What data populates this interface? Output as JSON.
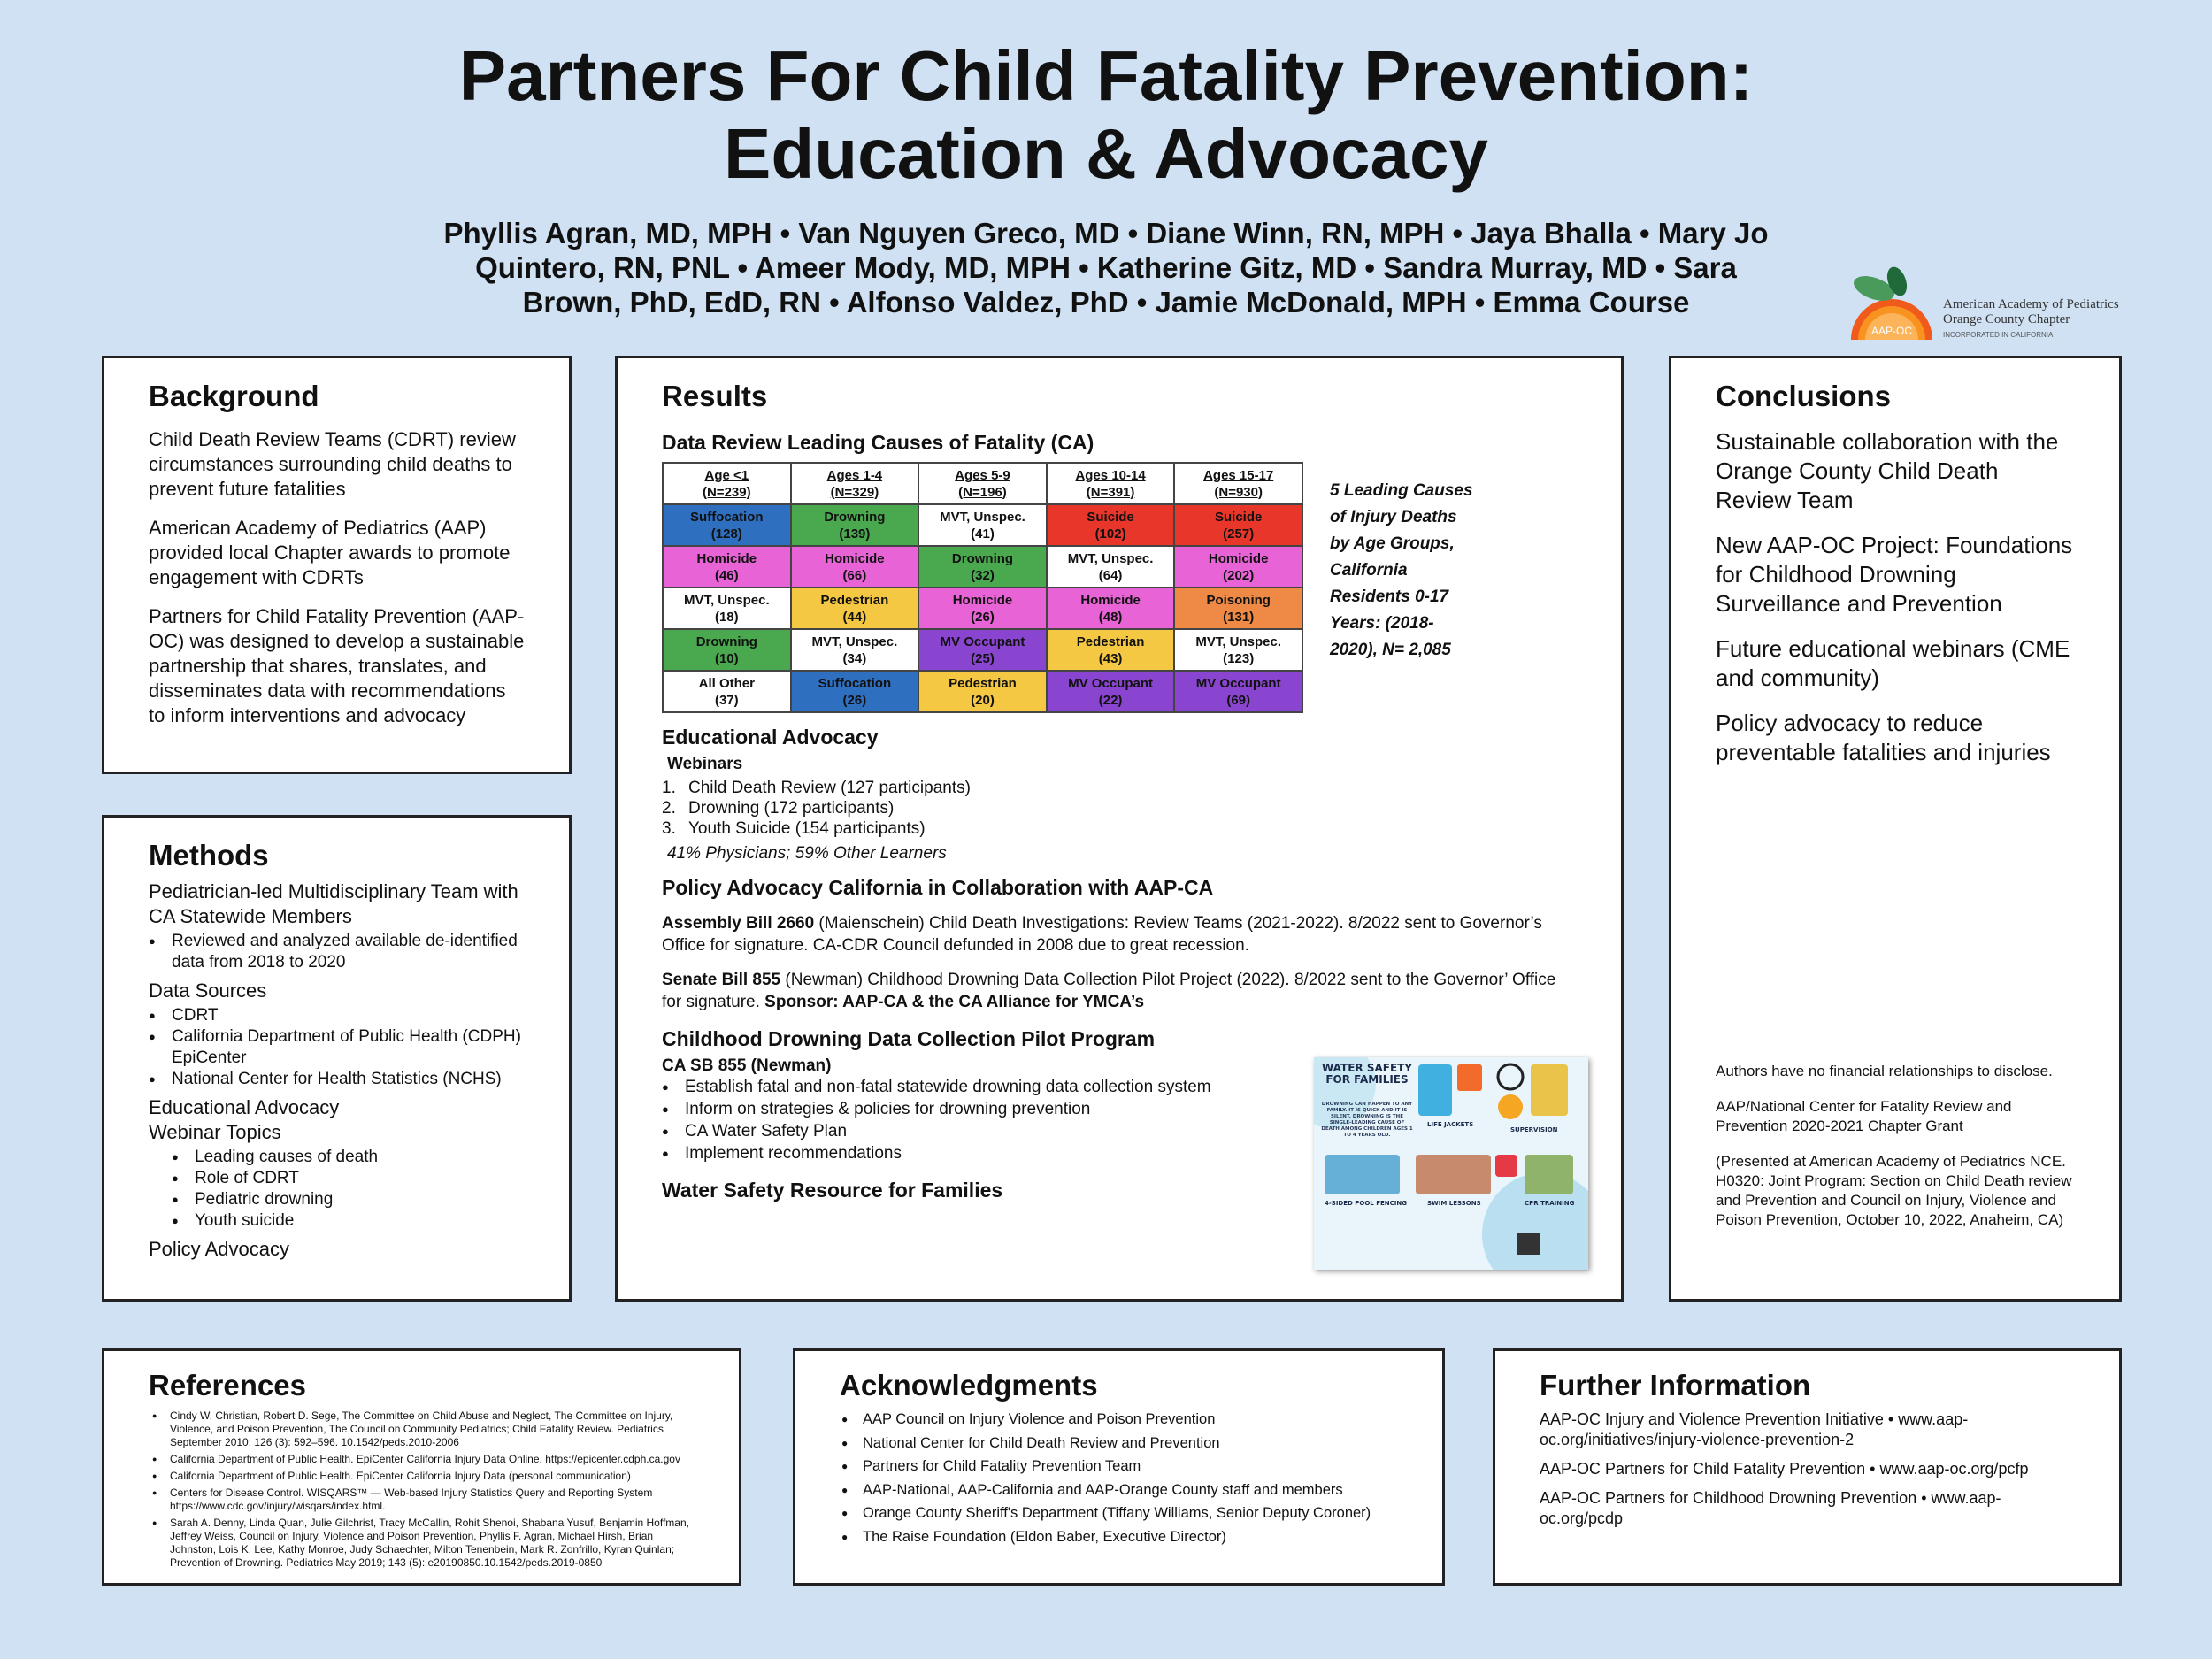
{
  "title": {
    "line1": "Partners For Child Fatality Prevention:",
    "line2": "Education & Advocacy"
  },
  "authors": "Phyllis Agran, MD, MPH • Van Nguyen Greco, MD • Diane Winn, RN, MPH • Jaya Bhalla • Mary Jo Quintero, RN, PNL • Ameer Mody, MD, MPH • Katherine Gitz, MD • Sandra Murray, MD • Sara Brown, PhD, EdD, RN • Alfonso Valdez, PhD • Jamie McDonald, MPH • Emma Course",
  "logo": {
    "badge": "AAP-OC",
    "line1": "American Academy of Pediatrics",
    "line2": "Orange County Chapter",
    "line3": "INCORPORATED IN CALIFORNIA",
    "colors": {
      "orange": "#f7931e",
      "leaf": "#3a8f4f"
    }
  },
  "background": {
    "heading": "Background",
    "paragraphs": [
      "Child Death Review Teams (CDRT) review circumstances surrounding child deaths to prevent future fatalities",
      "American Academy of Pediatrics (AAP) provided local Chapter awards to promote engagement with CDRTs",
      "Partners for Child Fatality Prevention (AAP-OC) was designed to develop a sustainable partnership that shares, translates, and disseminates data with recommendations to inform interventions and advocacy"
    ]
  },
  "methods": {
    "heading": "Methods",
    "team": "Pediatrician-led Multidisciplinary Team with CA Statewide Members",
    "team_items": [
      "Reviewed and analyzed available de-identified data from 2018 to 2020"
    ],
    "sources_label": "Data Sources",
    "sources": [
      "CDRT",
      "California Department of Public Health (CDPH) EpiCenter",
      "National Center for Health Statistics (NCHS)"
    ],
    "edu": "Educational Advocacy",
    "topics_label": "Webinar Topics",
    "topics": [
      "Leading causes of death",
      "Role of CDRT",
      "Pediatric drowning",
      "Youth suicide"
    ],
    "policy": "Policy Advocacy"
  },
  "results": {
    "heading": "Results",
    "table_title": "Data Review Leading Causes of Fatality (CA)",
    "table": {
      "headers": [
        [
          "Age <1",
          "(N=239)"
        ],
        [
          "Ages 1-4",
          "(N=329)"
        ],
        [
          "Ages 5-9",
          "(N=196)"
        ],
        [
          "Ages 10-14",
          "(N=391)"
        ],
        [
          "Ages 15-17",
          "(N=930)"
        ]
      ],
      "rows": [
        [
          {
            "c": "Suffocation",
            "n": "(128)",
            "k": "blue"
          },
          {
            "c": "Drowning",
            "n": "(139)",
            "k": "green"
          },
          {
            "c": "MVT, Unspec.",
            "n": "(41)",
            "k": "white"
          },
          {
            "c": "Suicide",
            "n": "(102)",
            "k": "red"
          },
          {
            "c": "Suicide",
            "n": "(257)",
            "k": "red"
          }
        ],
        [
          {
            "c": "Homicide",
            "n": "(46)",
            "k": "pink"
          },
          {
            "c": "Homicide",
            "n": "(66)",
            "k": "pink"
          },
          {
            "c": "Drowning",
            "n": "(32)",
            "k": "green"
          },
          {
            "c": "MVT, Unspec.",
            "n": "(64)",
            "k": "white"
          },
          {
            "c": "Homicide",
            "n": "(202)",
            "k": "pink"
          }
        ],
        [
          {
            "c": "MVT, Unspec.",
            "n": "(18)",
            "k": "white"
          },
          {
            "c": "Pedestrian",
            "n": "(44)",
            "k": "yellow"
          },
          {
            "c": "Homicide",
            "n": "(26)",
            "k": "pink"
          },
          {
            "c": "Homicide",
            "n": "(48)",
            "k": "pink"
          },
          {
            "c": "Poisoning",
            "n": "(131)",
            "k": "orange"
          }
        ],
        [
          {
            "c": "Drowning",
            "n": "(10)",
            "k": "green"
          },
          {
            "c": "MVT, Unspec.",
            "n": "(34)",
            "k": "white"
          },
          {
            "c": "MV Occupant",
            "n": "(25)",
            "k": "purple"
          },
          {
            "c": "Pedestrian",
            "n": "(43)",
            "k": "yellow"
          },
          {
            "c": "MVT, Unspec.",
            "n": "(123)",
            "k": "white"
          }
        ],
        [
          {
            "c": "All Other",
            "n": "(37)",
            "k": "white"
          },
          {
            "c": "Suffocation",
            "n": "(26)",
            "k": "blue"
          },
          {
            "c": "Pedestrian",
            "n": "(20)",
            "k": "yellow"
          },
          {
            "c": "MV Occupant",
            "n": "(22)",
            "k": "purple"
          },
          {
            "c": "MV Occupant",
            "n": "(69)",
            "k": "purple"
          }
        ]
      ],
      "colors": {
        "blue": "#2f6fc0",
        "green": "#4aa84f",
        "white": "#ffffff",
        "red": "#e8372a",
        "pink": "#e763d6",
        "yellow": "#f4c842",
        "orange": "#ee8a45",
        "purple": "#8a45d0"
      }
    },
    "table_legend": "5 Leading Causes of Injury Deaths by Age Groups, California Residents 0-17 Years: (2018-2020), N= 2,085",
    "edu_heading": "Educational Advocacy",
    "webinars_label": "Webinars",
    "webinars": [
      {
        "n": "1.",
        "t": "Child Death Review (127 participants)"
      },
      {
        "n": "2.",
        "t": "Drowning (172 participants)"
      },
      {
        "n": "3.",
        "t": "Youth Suicide (154 participants)"
      }
    ],
    "webinar_note": "41% Physicians; 59% Other Learners",
    "policy_heading": "Policy Advocacy California in Collaboration with AAP-CA",
    "ab_bold": "Assembly Bill 2660",
    "ab_text": " (Maienschein) Child Death Investigations: Review Teams (2021-2022). 8/2022 sent to Governor’s Office for signature. CA-CDR Council defunded in 2008 due to great recession.",
    "sb_bold": "Senate Bill 855",
    "sb_text": " (Newman) Childhood Drowning Data Collection Pilot Project (2022). 8/2022 sent to the Governor’ Office for signature. ",
    "sb_sponsor": "Sponsor: AAP-CA & the CA Alliance for YMCA’s",
    "pilot_heading": "Childhood Drowning Data Collection Pilot Program",
    "pilot_sub": "CA SB 855 (Newman)",
    "pilot_items": [
      "Establish fatal and non-fatal statewide drowning data collection system",
      "Inform on strategies & policies for drowning prevention",
      "CA Water Safety Plan",
      "Implement recommendations"
    ],
    "resource_heading": "Water Safety Resource for Families",
    "flyer": {
      "title": "WATER SAFETY FOR FAMILIES",
      "intro": "DROWNING CAN HAPPEN TO ANY FAMILY. IT IS QUICK AND IT IS SILENT. DROWNING IS THE SINGLE-LEADING CAUSE OF DEATH AMONG CHILDREN AGES 1 TO 4 YEARS OLD.",
      "sections": [
        "LIFE JACKETS",
        "SUPERVISION",
        "4-SIDED POOL FENCING",
        "SWIM LESSONS",
        "CPR TRAINING"
      ]
    }
  },
  "conclusions": {
    "heading": "Conclusions",
    "items": [
      "Sustainable collaboration with the Orange County Child Death Review Team",
      "New AAP-OC Project: Foundations for Childhood Drowning Surveillance and Prevention",
      "Future educational webinars (CME and community)",
      "Policy advocacy to reduce preventable fatalities and injuries"
    ],
    "fine": [
      "Authors have no financial relationships to disclose.",
      "AAP/National Center for Fatality Review and Prevention 2020-2021 Chapter Grant",
      "(Presented at American Academy of Pediatrics NCE. H0320: Joint Program: Section on Child Death review and Prevention and Council on Injury, Violence and Poison Prevention, October 10, 2022, Anaheim, CA)"
    ]
  },
  "references": {
    "heading": "References",
    "items": [
      "Cindy W. Christian, Robert D. Sege, The Committee on Child Abuse and Neglect, The Committee on Injury, Violence, and Poison Prevention, The Council on Community Pediatrics; Child Fatality Review. Pediatrics September 2010; 126 (3): 592–596. 10.1542/peds.2010-2006",
      "California Department of Public Health. EpiCenter California Injury Data Online. https://epicenter.cdph.ca.gov",
      "California Department of Public Health. EpiCenter California Injury Data (personal communication)",
      "Centers for Disease Control. WISQARS™ — Web-based Injury Statistics Query and Reporting System https://www.cdc.gov/injury/wisqars/index.html.",
      "Sarah A. Denny, Linda Quan, Julie Gilchrist, Tracy McCallin, Rohit Shenoi, Shabana Yusuf, Benjamin Hoffman, Jeffrey Weiss, Council on Injury, Violence and Poison Prevention, Phyllis F. Agran, Michael Hirsh, Brian Johnston, Lois K. Lee, Kathy Monroe, Judy Schaechter, Milton Tenenbein, Mark R. Zonfrillo, Kyran Quinlan; Prevention of Drowning. Pediatrics May 2019; 143 (5): e20190850.10.1542/peds.2019-0850"
    ]
  },
  "acknowledgments": {
    "heading": "Acknowledgments",
    "items": [
      "AAP Council on Injury Violence and Poison Prevention",
      "National Center for Child Death Review and Prevention",
      "Partners for Child Fatality Prevention Team",
      "AAP-National, AAP-California and AAP-Orange County staff and members",
      "Orange County Sheriff's Department (Tiffany Williams, Senior Deputy Coroner)",
      "The Raise Foundation (Eldon Baber, Executive Director)"
    ]
  },
  "further": {
    "heading": "Further Information",
    "items": [
      "AAP-OC Injury and Violence Prevention Initiative • www.aap-oc.org/initiatives/injury-violence-prevention-2",
      "AAP-OC Partners for Child Fatality Prevention • www.aap-oc.org/pcfp",
      "AAP-OC Partners for Childhood Drowning Prevention • www.aap-oc.org/pcdp"
    ]
  }
}
